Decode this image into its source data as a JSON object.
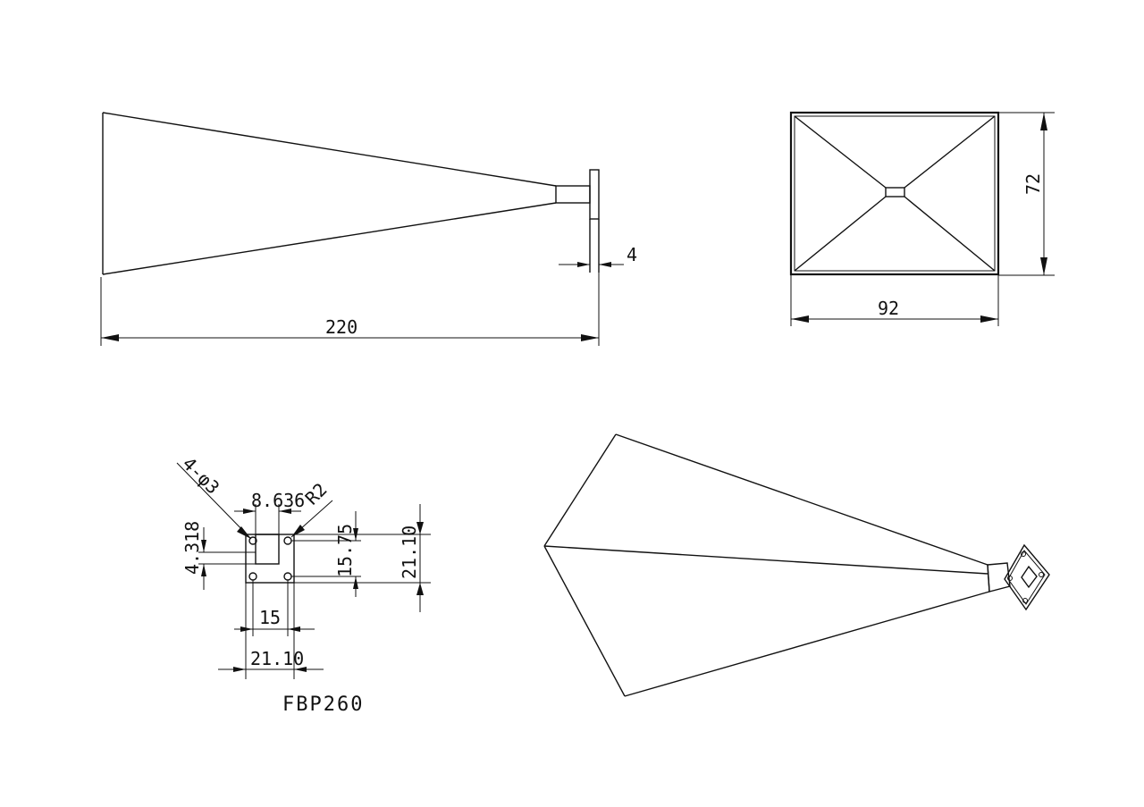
{
  "side_view": {
    "length_dim": "220",
    "flange_dim": "4"
  },
  "front_view": {
    "width_dim": "92",
    "height_dim": "72"
  },
  "flange_view": {
    "holes_dim": "4-φ3",
    "radius_dim": "R2",
    "waveguide_width_dim": "8.636",
    "waveguide_height_dim": "4.318",
    "hole_spacing_v_dim": "15.75",
    "flange_height_dim": "21.10",
    "hole_spacing_h_dim": "15",
    "flange_width_dim": "21.10",
    "model": "FBP260"
  }
}
